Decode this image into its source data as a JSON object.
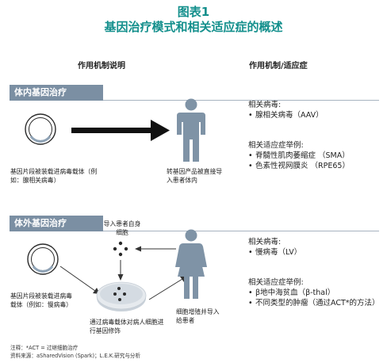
{
  "title": {
    "line1": "图表1",
    "line2": "基因治疗模式和相关适应症的概述"
  },
  "columns": {
    "left": "作用机制说明",
    "right": "作用机制/适应症"
  },
  "in_vivo": {
    "banner": "体内基因治疗",
    "left_caption": "基因片段被装载进病毒载体（例如：腺相关病毒）",
    "right_caption": "转基因产品被直接导入患者体内",
    "virus_heading": "相关病毒:",
    "virus_items": [
      "腺相关病毒（AAV）"
    ],
    "indication_heading": "相关适应症举例:",
    "indication_items": [
      "脊髓性肌肉萎缩症 （SMA）",
      "色素性视网膜炎 （RPE65）"
    ]
  },
  "ex_vivo": {
    "banner": "体外基因治疗",
    "cells_caption": "导入患者自身细胞",
    "left_caption": "基因片段被装载进病毒载体（例如：慢病毒）",
    "dish_caption": "通过病毒载体对病人细胞进行基因修饰",
    "patient_caption": "细胞增殖并导入给患者",
    "virus_heading": "相关病毒:",
    "virus_items": [
      "慢病毒（LV）"
    ],
    "indication_heading": "相关适应症举例:",
    "indication_items": [
      "β地中海贫血（β-thal）",
      "不同类型的肿瘤（通过ACT*的方法）"
    ]
  },
  "footer": {
    "note": "注释：*ACT = 过继细胞治疗",
    "source": "资料来源：aSharedVision (Spark)；L.E.K.研究与分析"
  },
  "colors": {
    "title": "#138f8c",
    "banner": "#7b8fa3",
    "figure": "#7f93a6",
    "arrow": "#111111"
  }
}
